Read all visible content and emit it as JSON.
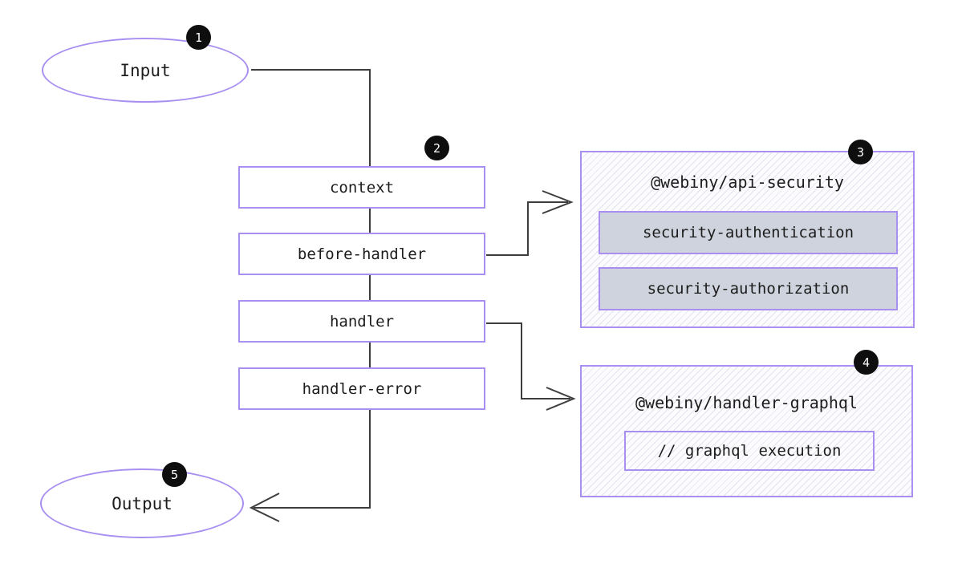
{
  "diagram": {
    "input": {
      "label": "Input",
      "badge": "1"
    },
    "pipeline": {
      "badge": "2",
      "steps": [
        "context",
        "before-handler",
        "handler",
        "handler-error"
      ]
    },
    "api_security": {
      "badge": "3",
      "title": "@webiny/api-security",
      "plugins": [
        "security-authentication",
        "security-authorization"
      ]
    },
    "handler_graphql": {
      "badge": "4",
      "title": "@webiny/handler-graphql",
      "comment": "// graphql execution"
    },
    "output": {
      "label": "Output",
      "badge": "5"
    },
    "colors": {
      "node_border": "#a88ff0",
      "connector_line": "#3d3d3d",
      "plugin_fill": "#ced3dd",
      "badge_background": "#0e0e0e",
      "text": "#1c1c1c"
    }
  }
}
